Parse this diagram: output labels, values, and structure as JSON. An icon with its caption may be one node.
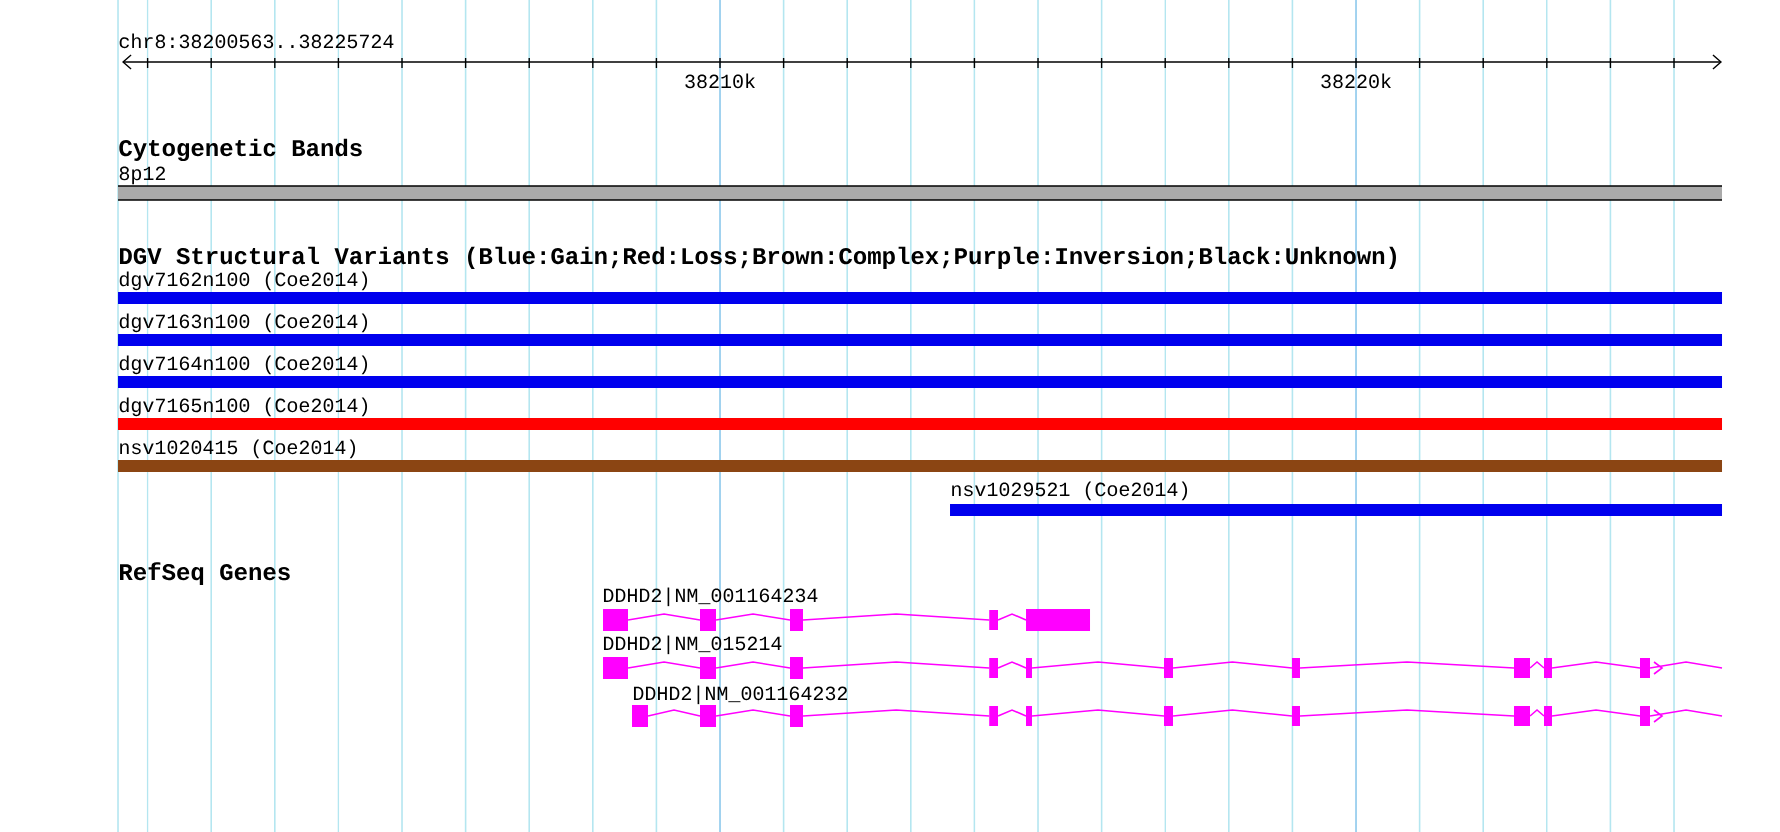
{
  "diagram": {
    "nodes": [
      {
        "text": [
          "8p12"
        ]
      },
      {
        "text": [
          "dgv7162n100 (Coe2014)"
        ]
      },
      {
        "text": [
          "dgv7163n100 (Coe2014)"
        ]
      },
      {
        "text": [
          "dgv7164n100 (Coe2014)"
        ]
      },
      {
        "text": [
          "dgv7165n100 (Coe2014)"
        ]
      },
      {
        "text": [
          "nsv1020415 (Coe2014)"
        ]
      },
      {
        "text": [
          "nsv1029521 (Coe2014)"
        ]
      },
      {
        "text": [
          "DDHD2|NM_001164234"
        ]
      },
      {
        "text": [
          "DDHD2|NM_015214"
        ]
      },
      {
        "text": [
          "DDHD2|NM_001164232"
        ]
      }
    ],
    "labels": [
      "chr8:38200563..38225724",
      "38210k",
      "38220k",
      "Cytogenetic Bands",
      "DGV Structural Variants (Blue:Gain;Red:Loss;Brown:Complex;Purple:Inversion;Black:Unknown)",
      "RefSeq Genes"
    ]
  }
}
